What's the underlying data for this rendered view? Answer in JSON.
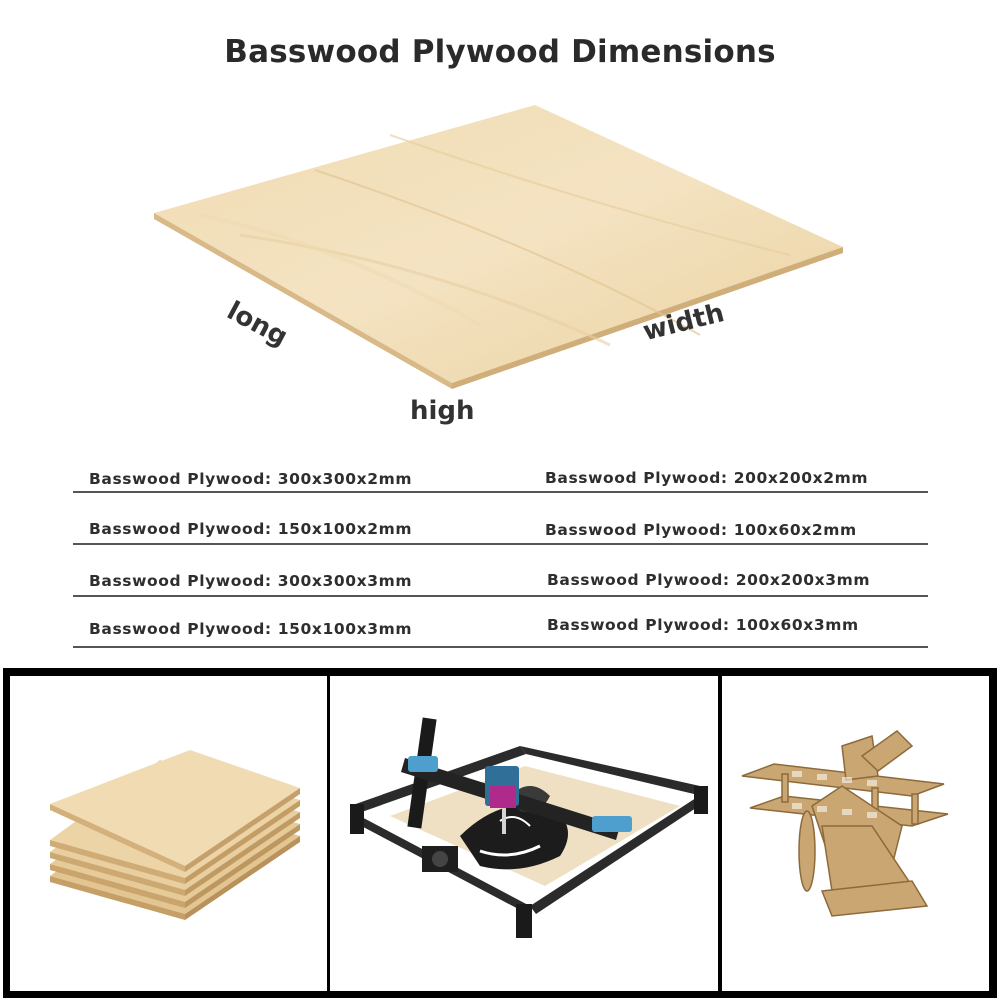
{
  "title": "Basswood Plywood Dimensions",
  "dimension_labels": {
    "long": "long",
    "width": "width",
    "high": "high"
  },
  "specs": [
    "Basswood Plywood: 300x300x2mm",
    "Basswood Plywood: 200x200x2mm",
    "Basswood Plywood: 150x100x2mm",
    "Basswood Plywood: 100x60x2mm",
    "Basswood Plywood: 300x300x3mm",
    "Basswood Plywood: 200x200x3mm",
    "Basswood Plywood: 150x100x3mm",
    "Basswood Plywood: 100x60x3mm"
  ],
  "panels": [
    {
      "icon": "stacked-plywood-sheets-image"
    },
    {
      "icon": "laser-engraver-image"
    },
    {
      "icon": "wooden-biplane-model-image"
    }
  ],
  "colors": {
    "wood_light": "#f1dfb8",
    "wood_mid": "#e6cd9d",
    "wood_edge": "#c9a36a",
    "frame": "#000000",
    "engraver_blue": "#4f9fce"
  }
}
